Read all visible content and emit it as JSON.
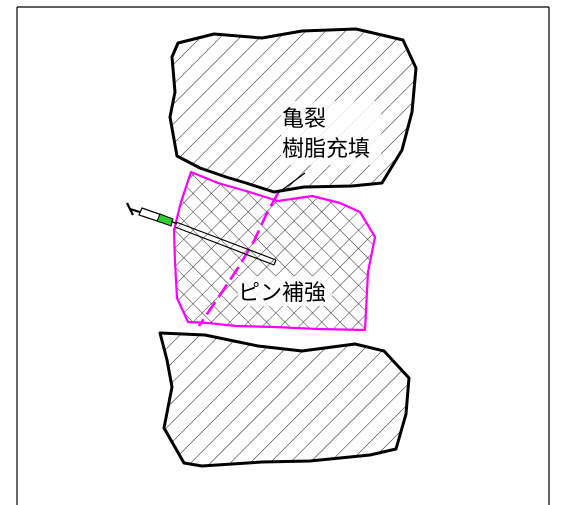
{
  "labels": {
    "crack_fill_line1": "亀裂",
    "crack_fill_line2": "樹脂充填",
    "pin_reinforcement": "ピン補強"
  },
  "colors": {
    "outline": "#000000",
    "hatch": "#000000",
    "reinforced_zone_outline": "#ff00ff",
    "crack_line": "#ff00ff",
    "syringe_band": "#33cc33",
    "background": "#ffffff"
  }
}
